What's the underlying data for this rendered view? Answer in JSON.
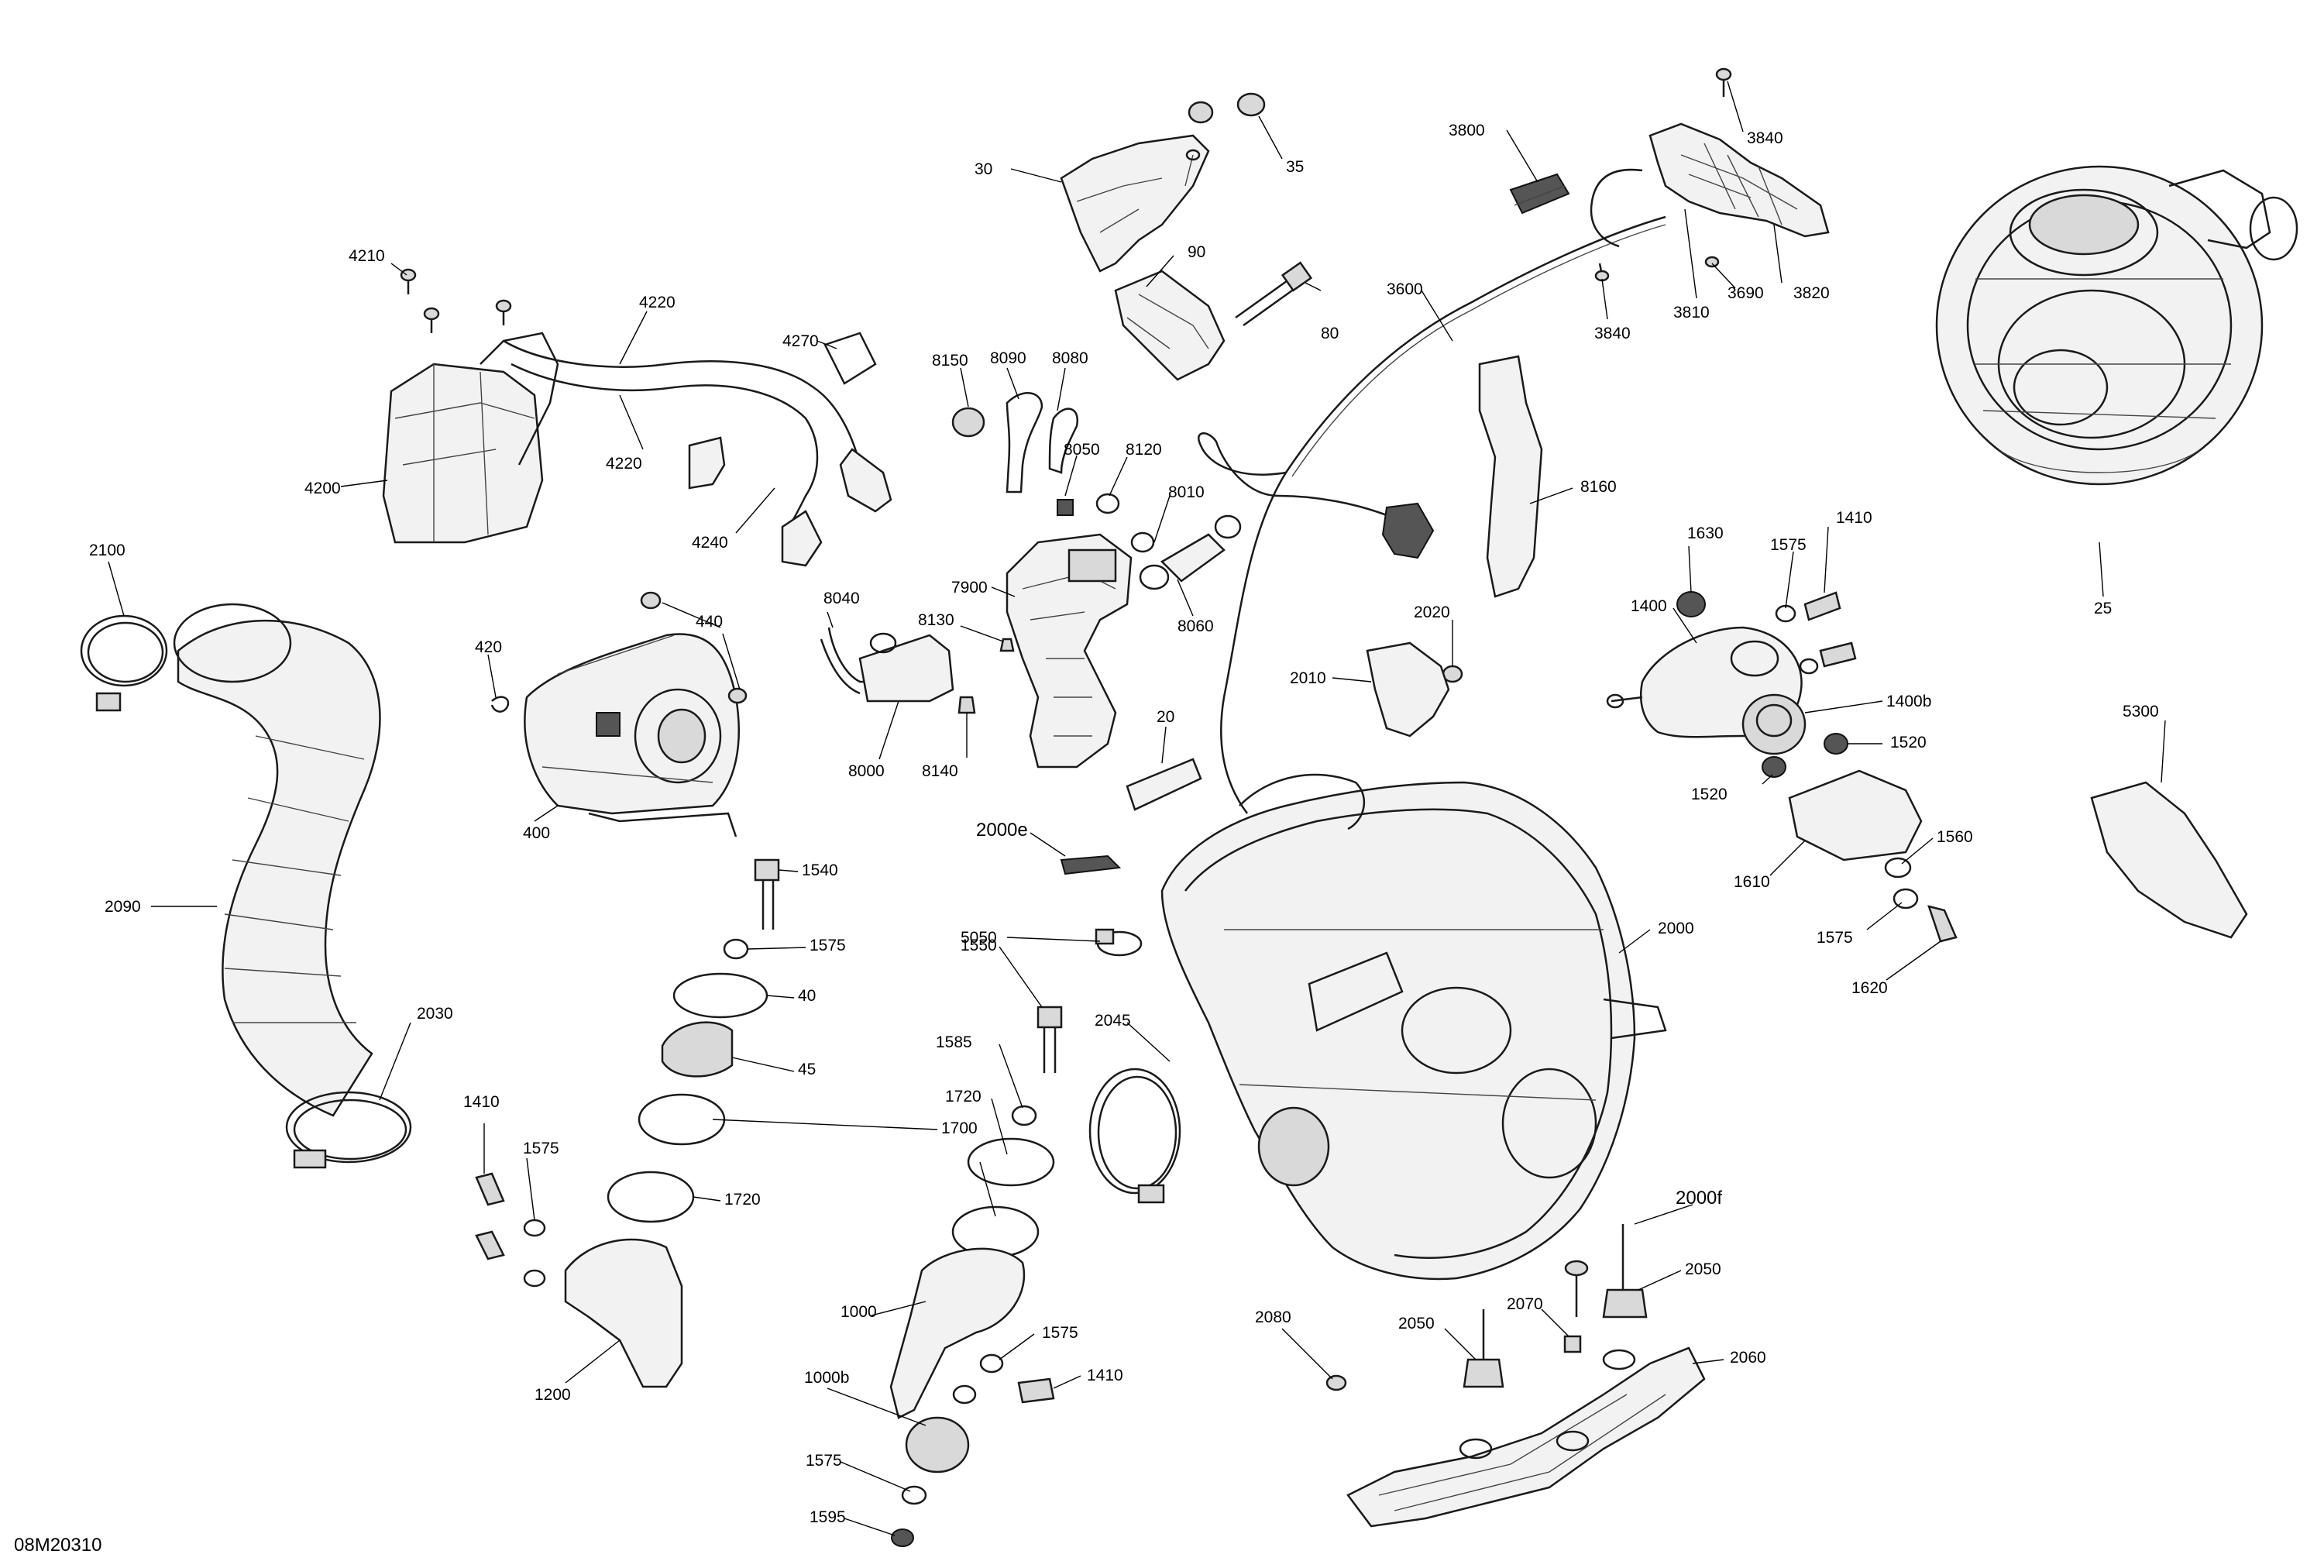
{
  "figure_id": "08M20310",
  "callouts": [
    {
      "id": "c30",
      "text": "30"
    },
    {
      "id": "c35",
      "text": "35"
    },
    {
      "id": "c90",
      "text": "90"
    },
    {
      "id": "c80",
      "text": "80"
    },
    {
      "id": "c3800",
      "text": "3800"
    },
    {
      "id": "c3840a",
      "text": "3840"
    },
    {
      "id": "c3840b",
      "text": "3840"
    },
    {
      "id": "c3810",
      "text": "3810"
    },
    {
      "id": "c3690",
      "text": "3690"
    },
    {
      "id": "c3820",
      "text": "3820"
    },
    {
      "id": "c3600",
      "text": "3600"
    },
    {
      "id": "c25",
      "text": "25"
    },
    {
      "id": "c4210",
      "text": "4210"
    },
    {
      "id": "c4220a",
      "text": "4220"
    },
    {
      "id": "c4220b",
      "text": "4220"
    },
    {
      "id": "c4270",
      "text": "4270"
    },
    {
      "id": "c4200",
      "text": "4200"
    },
    {
      "id": "c4240",
      "text": "4240"
    },
    {
      "id": "c8150",
      "text": "8150"
    },
    {
      "id": "c8090",
      "text": "8090"
    },
    {
      "id": "c8080",
      "text": "8080"
    },
    {
      "id": "c8050",
      "text": "8050"
    },
    {
      "id": "c8120",
      "text": "8120"
    },
    {
      "id": "c8010",
      "text": "8010"
    },
    {
      "id": "c8060",
      "text": "8060"
    },
    {
      "id": "c7900",
      "text": "7900"
    },
    {
      "id": "c8040",
      "text": "8040"
    },
    {
      "id": "c8130",
      "text": "8130"
    },
    {
      "id": "c8000",
      "text": "8000"
    },
    {
      "id": "c8140",
      "text": "8140"
    },
    {
      "id": "c8160",
      "text": "8160"
    },
    {
      "id": "c20",
      "text": "20"
    },
    {
      "id": "c2100",
      "text": "2100"
    },
    {
      "id": "c440",
      "text": "440"
    },
    {
      "id": "c420",
      "text": "420"
    },
    {
      "id": "c400",
      "text": "400"
    },
    {
      "id": "c2020",
      "text": "2020"
    },
    {
      "id": "c2010",
      "text": "2010"
    },
    {
      "id": "c1630",
      "text": "1630"
    },
    {
      "id": "c1575a",
      "text": "1575"
    },
    {
      "id": "c1410a",
      "text": "1410"
    },
    {
      "id": "c1400",
      "text": "1400"
    },
    {
      "id": "c1400b",
      "text": "1400b"
    },
    {
      "id": "c1520a",
      "text": "1520"
    },
    {
      "id": "c1520b",
      "text": "1520"
    },
    {
      "id": "c5300",
      "text": "5300"
    },
    {
      "id": "c1610",
      "text": "1610"
    },
    {
      "id": "c1560",
      "text": "1560"
    },
    {
      "id": "c1575b",
      "text": "1575"
    },
    {
      "id": "c1620",
      "text": "1620"
    },
    {
      "id": "c2000e",
      "text": "2000e"
    },
    {
      "id": "c5050",
      "text": "5050"
    },
    {
      "id": "c2000",
      "text": "2000"
    },
    {
      "id": "c2090",
      "text": "2090"
    },
    {
      "id": "c1540",
      "text": "1540"
    },
    {
      "id": "c1575c",
      "text": "1575"
    },
    {
      "id": "c40",
      "text": "40"
    },
    {
      "id": "c45",
      "text": "45"
    },
    {
      "id": "c1550",
      "text": "1550"
    },
    {
      "id": "c1585",
      "text": "1585"
    },
    {
      "id": "c2045",
      "text": "2045"
    },
    {
      "id": "c2030",
      "text": "2030"
    },
    {
      "id": "c1720a",
      "text": "1720"
    },
    {
      "id": "c1700",
      "text": "1700"
    },
    {
      "id": "c1720b",
      "text": "1720"
    },
    {
      "id": "c1410b",
      "text": "1410"
    },
    {
      "id": "c1575d",
      "text": "1575"
    },
    {
      "id": "c2000f",
      "text": "2000f"
    },
    {
      "id": "c2050a",
      "text": "2050"
    },
    {
      "id": "c2070",
      "text": "2070"
    },
    {
      "id": "c2050b",
      "text": "2050"
    },
    {
      "id": "c2080",
      "text": "2080"
    },
    {
      "id": "c2060",
      "text": "2060"
    },
    {
      "id": "c1000",
      "text": "1000"
    },
    {
      "id": "c1575e",
      "text": "1575"
    },
    {
      "id": "c1410c",
      "text": "1410"
    },
    {
      "id": "c1200",
      "text": "1200"
    },
    {
      "id": "c1000b",
      "text": "1000b"
    },
    {
      "id": "c1575f",
      "text": "1575"
    },
    {
      "id": "c1595",
      "text": "1595"
    }
  ]
}
